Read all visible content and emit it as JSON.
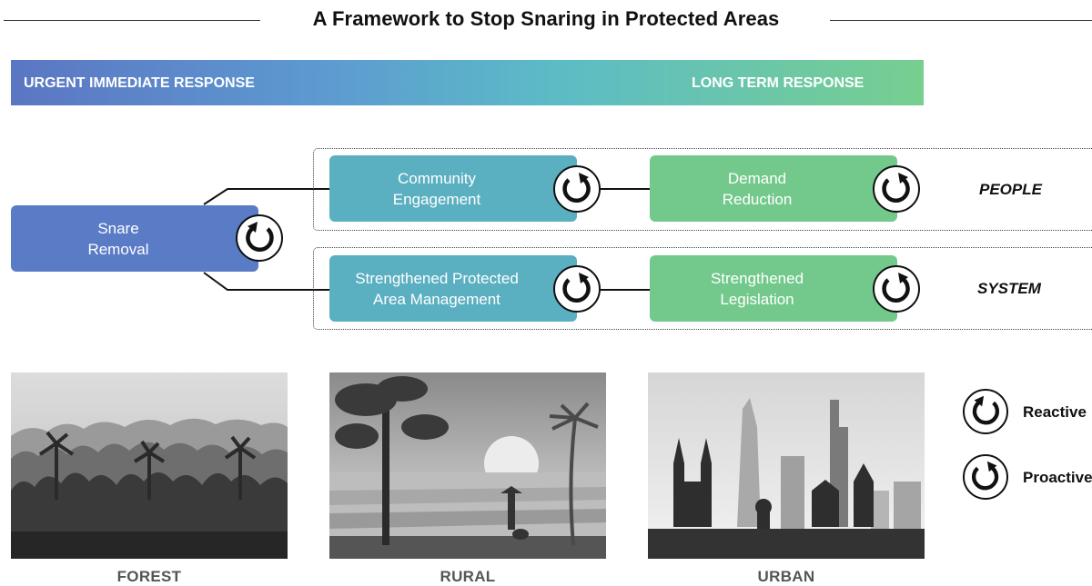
{
  "title": "A Framework to Stop Snaring in Protected Areas",
  "banner": {
    "left_label": "URGENT IMMEDIATE RESPONSE",
    "right_label": "LONG TERM RESPONSE"
  },
  "nodes": {
    "snare_removal": {
      "label": "Snare\nRemoval",
      "icon": "reactive-cycle-icon"
    },
    "community_engagement": {
      "label": "Community\nEngagement",
      "icon": "proactive-cycle-icon"
    },
    "demand_reduction": {
      "label": "Demand\nReduction",
      "icon": "proactive-cycle-icon"
    },
    "protected_area_management": {
      "label": "Strengthened Protected\nArea Management",
      "icon": "proactive-cycle-icon"
    },
    "strengthened_legislation": {
      "label": "Strengthened\nLegislation",
      "icon": "proactive-cycle-icon"
    }
  },
  "rows": {
    "people": "PEOPLE",
    "system": "SYSTEM"
  },
  "scenes": {
    "forest": "FOREST",
    "rural": "RURAL",
    "urban": "URBAN"
  },
  "legend": {
    "reactive": "Reactive",
    "proactive": "Proactive"
  },
  "colors": {
    "urgent": "#5a7bc6",
    "mid": "#5aafc1",
    "long_term": "#73c98b"
  }
}
